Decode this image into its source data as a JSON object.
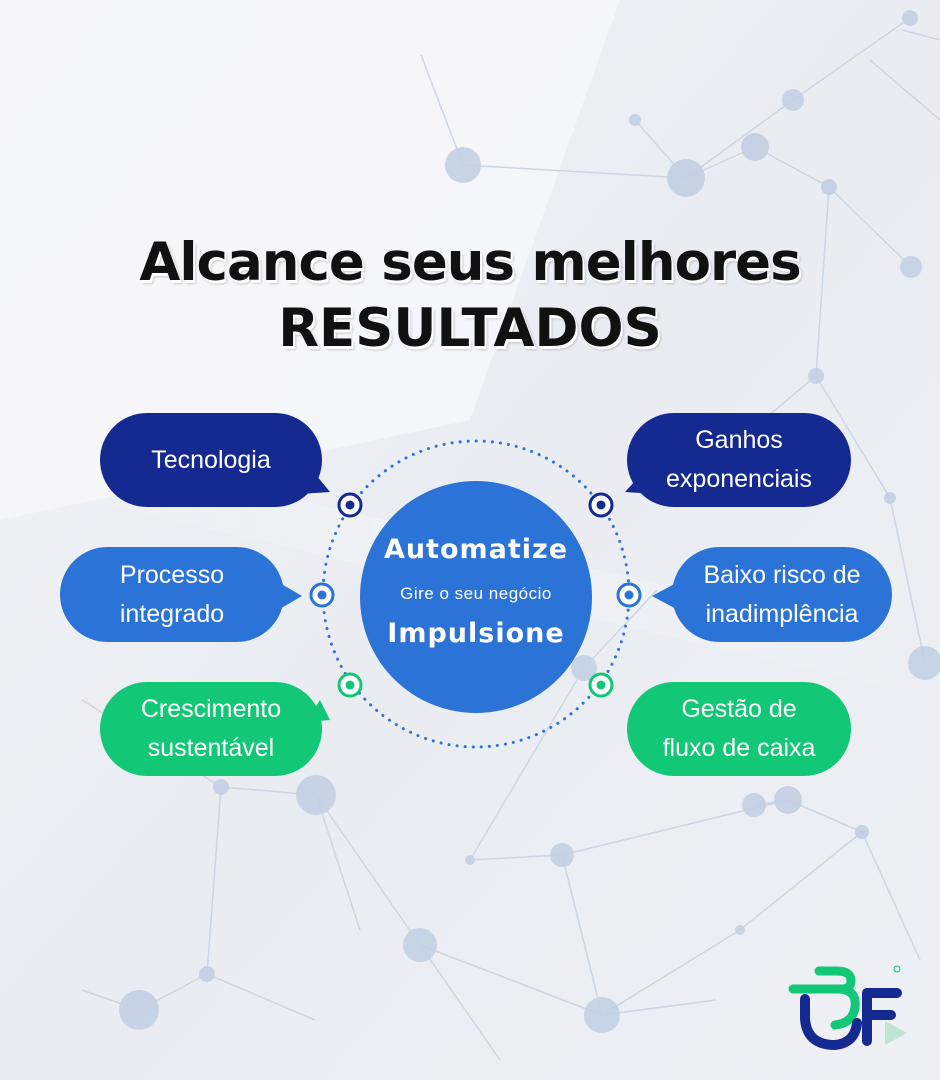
{
  "title": {
    "line1": "Alcance seus melhores",
    "line2": "RESULTADOS"
  },
  "center": {
    "top": "Automatize",
    "middle": "Gire o seu negócio",
    "bottom": "Impulsione"
  },
  "left_items": [
    {
      "lines": [
        "Tecnologia"
      ],
      "color": "#152a91"
    },
    {
      "lines": [
        "Processo",
        "integrado"
      ],
      "color": "#2c73d8"
    },
    {
      "lines": [
        "Crescimento",
        "sustentável"
      ],
      "color": "#12c776"
    }
  ],
  "right_items": [
    {
      "lines": [
        "Ganhos",
        "exponenciais"
      ],
      "color": "#152a91"
    },
    {
      "lines": [
        "Baixo risco de",
        "inadimplência"
      ],
      "color": "#2c73d8"
    },
    {
      "lines": [
        "Gestão de",
        "fluxo de caixa"
      ],
      "color": "#12c776"
    }
  ],
  "logo": {
    "text": "BF",
    "colors": [
      "#12c776",
      "#152a91"
    ]
  },
  "icons": {
    "node": "concentric-dot-icon",
    "logo": "bf-logo-icon"
  },
  "colors": {
    "navy": "#152a91",
    "blue": "#2c73d8",
    "green": "#12c776",
    "network": "#c9d3e2"
  }
}
